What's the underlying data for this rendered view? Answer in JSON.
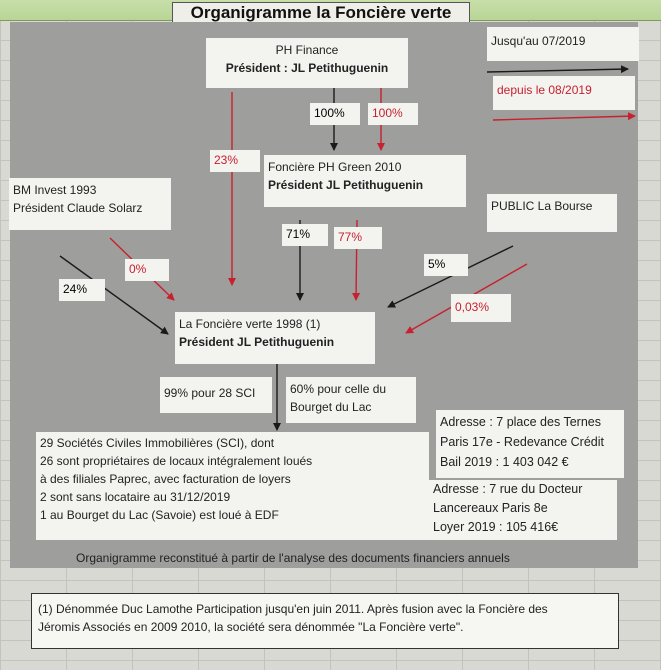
{
  "title": "Organigramme la Foncière verte",
  "legend": {
    "until": "Jusqu'au 07/2019",
    "since": "depuis le 08/2019"
  },
  "entities": {
    "ph_finance": {
      "name": "PH Finance",
      "president": "Président : JL Petithuguenin"
    },
    "ph_green": {
      "name": "Foncière PH Green 2010",
      "president": "Président JL Petithuguenin"
    },
    "bm_invest": {
      "name": "BM Invest 1993",
      "president": "Président Claude Solarz"
    },
    "public": {
      "name": "PUBLIC La Bourse"
    },
    "fonciere_verte": {
      "name": "La Foncière verte 1998 (1)",
      "president": "Président JL Petithuguenin"
    }
  },
  "percentages": {
    "ph_to_green_black": "100%",
    "ph_to_green_red": "100%",
    "ph_to_verte_red": "23%",
    "green_to_verte_black": "71%",
    "green_to_verte_red": "77%",
    "bm_to_verte_black": "24%",
    "bm_to_verte_red": "0%",
    "public_to_verte_black": "5%",
    "public_to_verte_red": "0,03%",
    "sci_left": "99% pour 28 SCI",
    "sci_right_1": "60% pour celle du",
    "sci_right_2": "Bourget du Lac"
  },
  "sci_box": [
    "29 Sociétés Civiles Immobilières (SCI), dont",
    "26 sont propriétaires de locaux intégralement loués",
    "à des filiales Paprec, avec facturation de loyers",
    "2 sont sans locataire au 31/12/2019",
    "1 au Bourget du Lac (Savoie) est loué à EDF"
  ],
  "address_1": [
    "Adresse : 7 place des Ternes",
    "Paris 17e - Redevance Crédit",
    "Bail  2019 : 1 403 042 €"
  ],
  "address_2": [
    "Adresse : 7 rue du Docteur",
    "Lancereaux Paris 8e",
    "Loyer 2019 : 105 416€"
  ],
  "caption": "Organigramme reconstitué à partir de l'analyse des documents financiers annuels",
  "footnote": [
    "(1) Dénommée Duc Lamothe Participation jusqu'en juin 2011. Après fusion avec la Foncière  des",
    "Jéromis Associés en 2009 2010, la société sera dénommée \"La Foncière verte\"."
  ],
  "colors": {
    "black_arrow": "#1a1a1a",
    "red_arrow": "#c8202e",
    "panel": "#9e9e9c"
  }
}
